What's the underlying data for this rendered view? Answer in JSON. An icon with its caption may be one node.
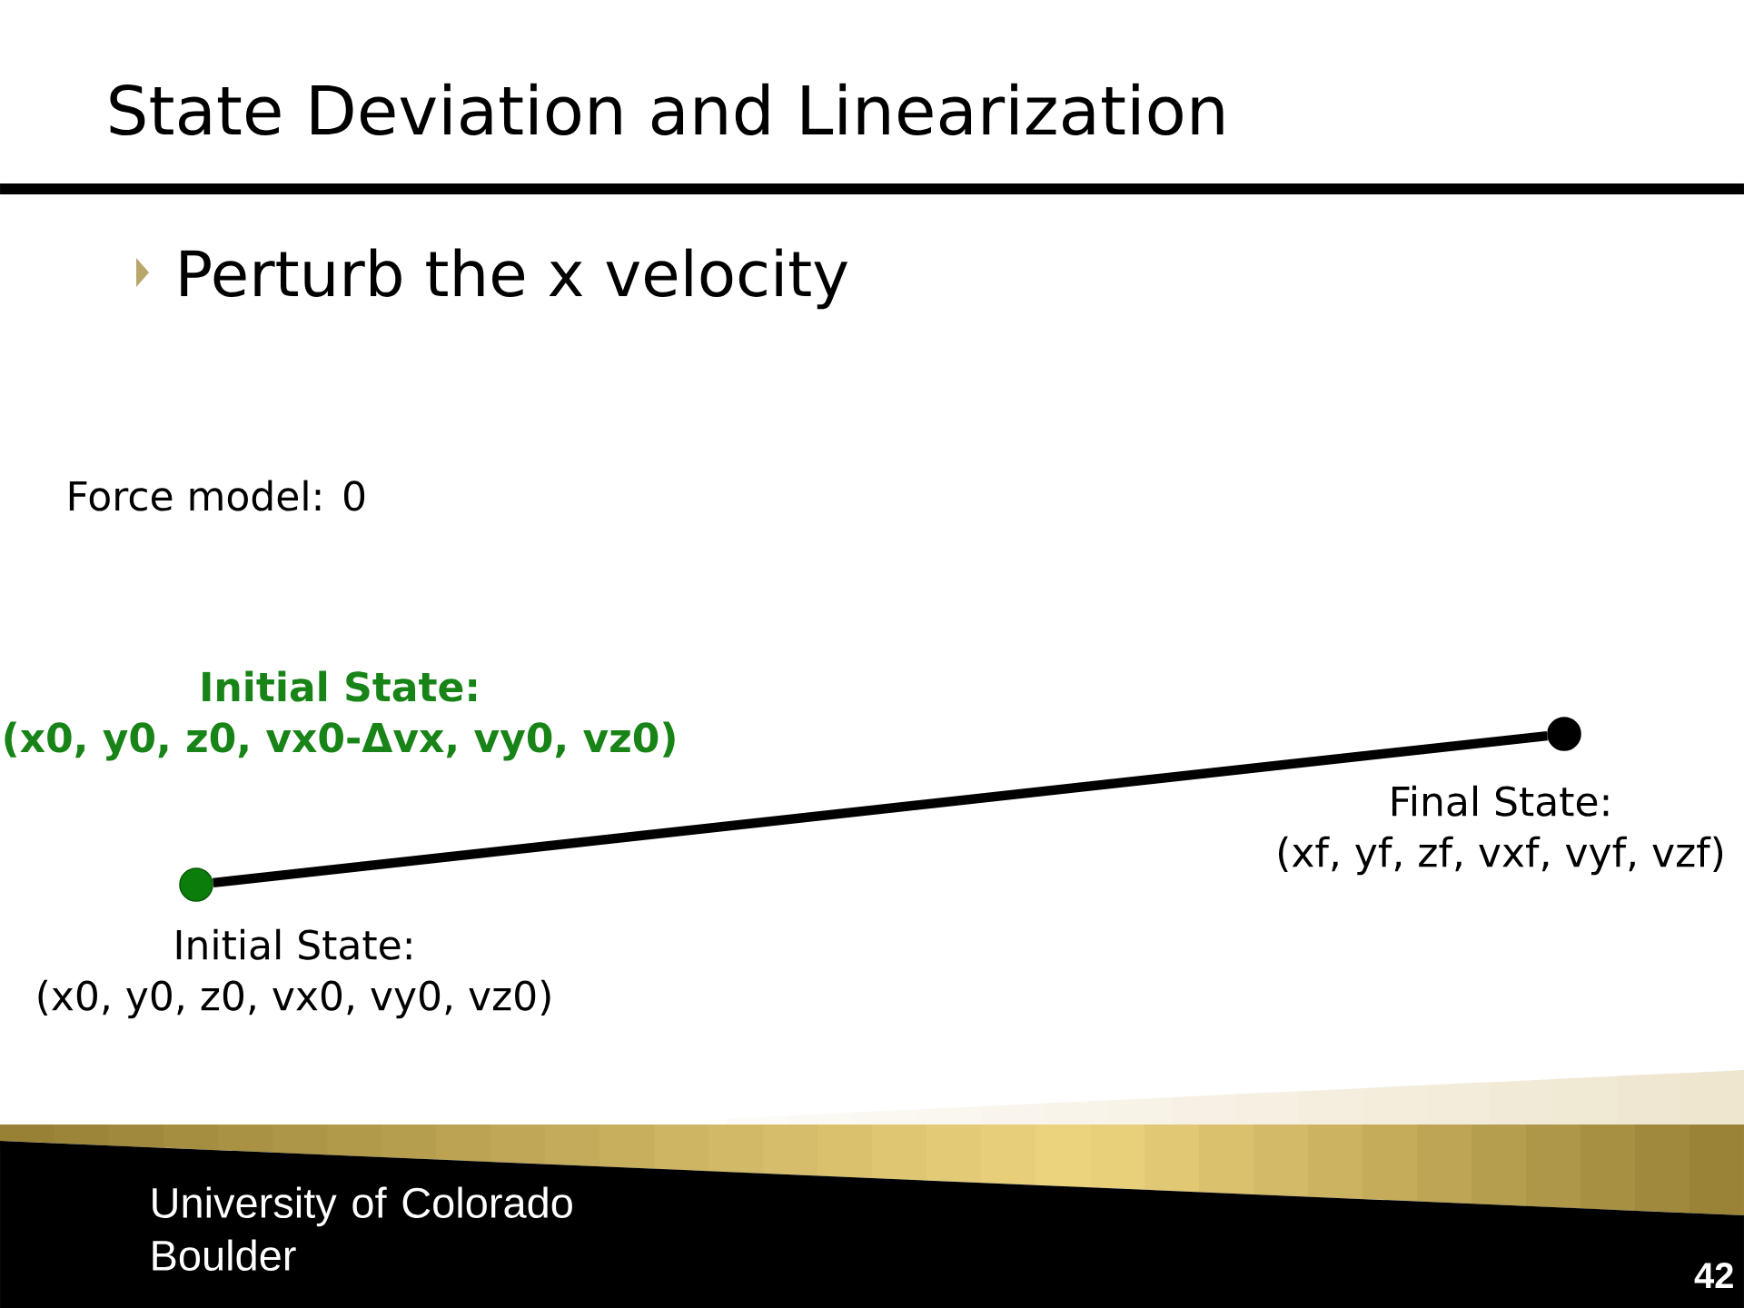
{
  "diagram": {
    "title": "State Deviation and Linearization",
    "nodes": [
      {
        "text": [],
        "shape": "circle",
        "beside": [
          "Initial State: (x0, y0, z0, vx0-Δvx, vy0, vz0)",
          "Initial State: (x0, y0, z0, vx0, vy0, vz0)"
        ]
      },
      {
        "text": [],
        "shape": "circle",
        "beside": [
          "Final State: (xf, yf, zf, vxf, vyf, vzf)"
        ]
      }
    ],
    "edges": [
      {
        "from": 0,
        "to": 1,
        "arrow": "none"
      }
    ],
    "labels": [
      "Perturb the x velocity",
      "Force model: 0",
      "University of Colorado Boulder",
      "42"
    ]
  }
}
